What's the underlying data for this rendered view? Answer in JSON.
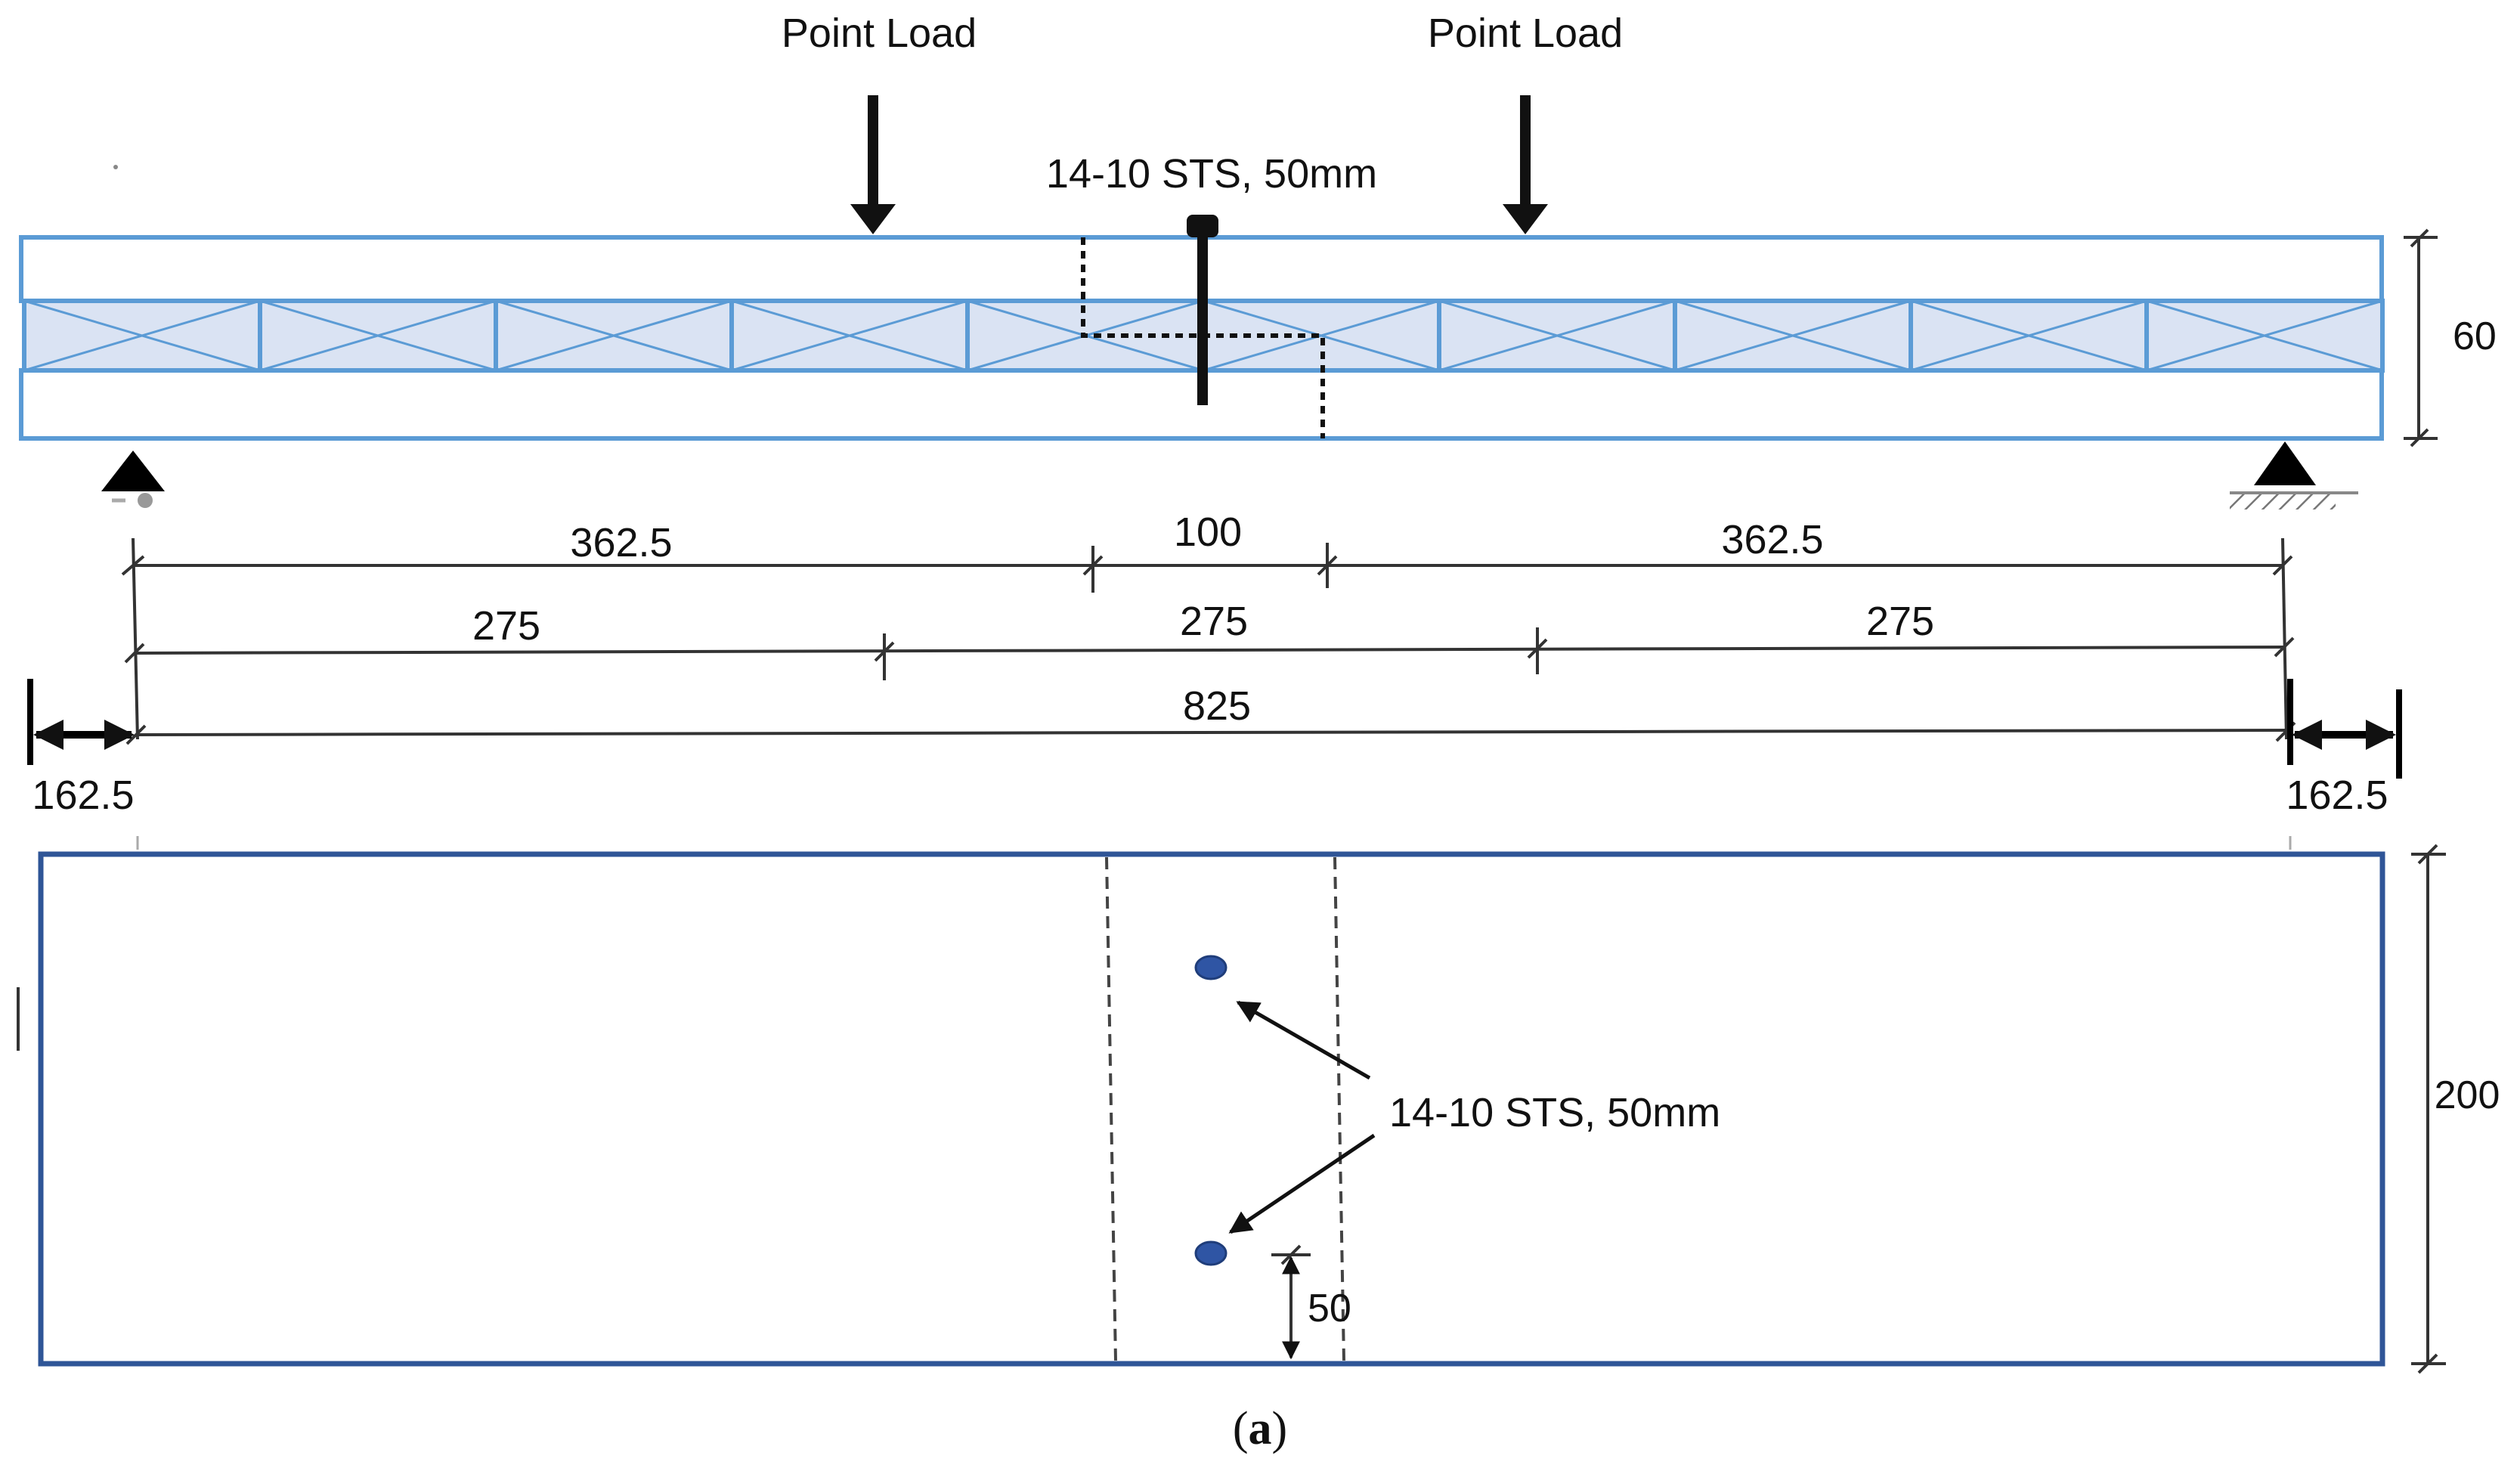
{
  "elevation": {
    "load_label_left": "Point Load",
    "load_label_right": "Point Load",
    "screw_label": "14-10 STS, 50mm",
    "depth_label": "60",
    "cross_bracing_panels": 10
  },
  "dimensions": {
    "row1": [
      "362.5",
      "100",
      "362.5"
    ],
    "row2": [
      "275",
      "275",
      "275"
    ],
    "span": "825",
    "overhang_left": "162.5",
    "overhang_right": "162.5"
  },
  "plan": {
    "screw_label": "14-10 STS, 50mm",
    "width_label": "200",
    "edge_distance_label": "50",
    "screw_count": 2
  },
  "caption": {
    "open": "(",
    "letter": "a",
    "close": ")"
  },
  "colors": {
    "beam_outline": "#5b9bd5",
    "core_fill": "#dae3f3",
    "plan_outline": "#2f5597",
    "screw_dot": "#2f55a4",
    "ink": "#111111"
  }
}
